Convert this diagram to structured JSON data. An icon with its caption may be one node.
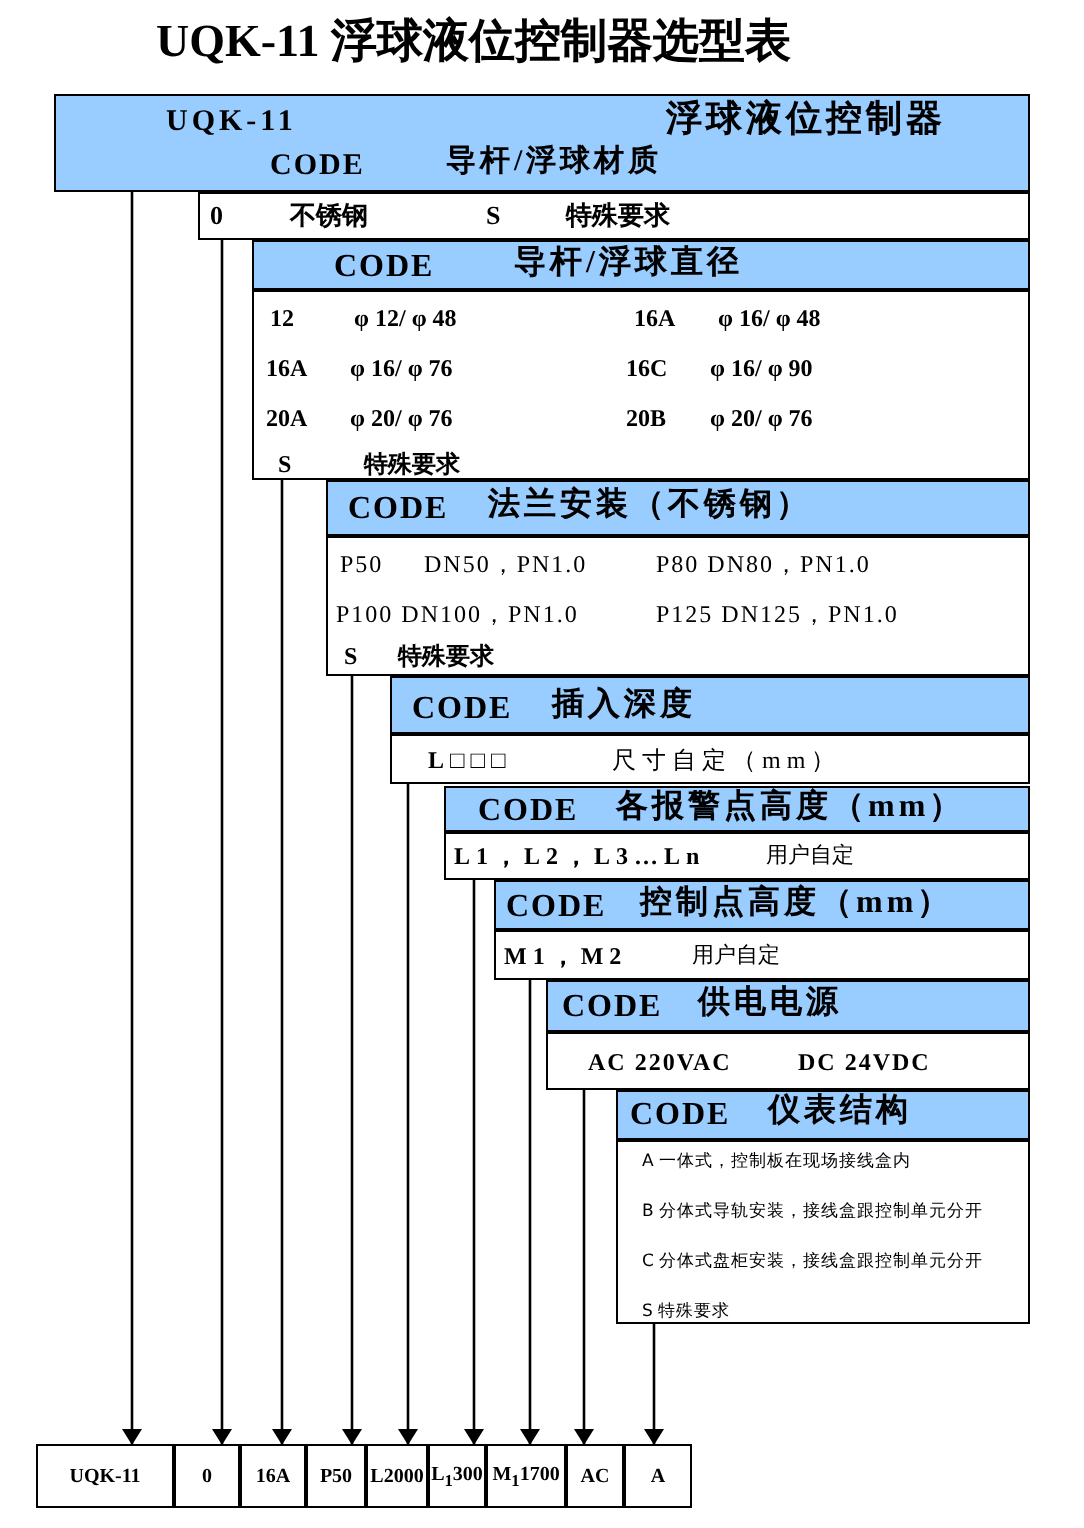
{
  "diagram": {
    "title": "UQK-11 浮球液位控制器选型表",
    "nodes": [
      {
        "text": [
          "UQK-11",
          "浮球液位控制器",
          "CODE",
          "导杆/浮球材质"
        ]
      },
      {
        "text": [
          "0",
          "不锈钢",
          "S",
          "特殊要求"
        ]
      },
      {
        "text": [
          "CODE",
          "导杆/浮球直径"
        ]
      },
      {
        "text": [
          "12",
          "φ 12/ φ 48",
          "16A",
          "φ 16/ φ 48",
          "16A",
          "φ 16/ φ 76",
          "16C",
          "φ 16/ φ 90",
          "20A",
          "φ 20/ φ 76",
          "20B",
          "φ 20/ φ 76",
          "S",
          "特殊要求"
        ]
      },
      {
        "text": [
          "CODE",
          "法兰安装（不锈钢）"
        ]
      },
      {
        "text": [
          "P50",
          "DN50，PN1.0",
          "P80 DN80，PN1.0",
          "P100 DN100，PN1.0",
          "P125 DN125，PN1.0",
          "S",
          "特殊要求"
        ]
      },
      {
        "text": [
          "CODE",
          "插入深度"
        ]
      },
      {
        "text": [
          "L□□□",
          "尺寸自定（mm）"
        ]
      },
      {
        "text": [
          "CODE",
          "各报警点高度（mm）"
        ]
      },
      {
        "text": [
          "L1，L2，L3…Ln",
          "用户自定"
        ]
      },
      {
        "text": [
          "CODE",
          "控制点高度（mm）"
        ]
      },
      {
        "text": [
          "M1，M2",
          "用户自定"
        ]
      },
      {
        "text": [
          "CODE",
          "供电电源"
        ]
      },
      {
        "text": [
          "AC 220VAC",
          "DC 24VDC"
        ]
      },
      {
        "text": [
          "CODE",
          "仪表结构"
        ]
      },
      {
        "text": [
          "A 一体式，控制板在现场接线盒内",
          "B 分体式导轨安装，接线盒跟控制单元分开",
          "C 分体式盘柜安装，接线盒跟控制单元分开",
          "S 特殊要求"
        ]
      },
      {
        "text": [
          "UQK-11"
        ]
      },
      {
        "text": [
          "0"
        ]
      },
      {
        "text": [
          "16A"
        ]
      },
      {
        "text": [
          "P50"
        ]
      },
      {
        "text": [
          "L2000"
        ]
      },
      {
        "text": [
          "L$_{1}$300"
        ]
      },
      {
        "text": [
          "M$_{1}$1700"
        ]
      },
      {
        "text": [
          "AC"
        ]
      },
      {
        "text": [
          "A"
        ]
      }
    ],
    "edges": [
      {
        "from": 0,
        "to": 16,
        "arrow": "to"
      },
      {
        "from": 1,
        "to": 17,
        "arrow": "to"
      },
      {
        "from": 3,
        "to": 18,
        "arrow": "to"
      },
      {
        "from": 5,
        "to": 19,
        "arrow": "to"
      },
      {
        "from": 7,
        "to": 20,
        "arrow": "to"
      },
      {
        "from": 9,
        "to": 21,
        "arrow": "to"
      },
      {
        "from": 11,
        "to": 22,
        "arrow": "to"
      },
      {
        "from": 13,
        "to": 23,
        "arrow": "to"
      },
      {
        "from": 15,
        "to": 24,
        "arrow": "to"
      }
    ]
  }
}
